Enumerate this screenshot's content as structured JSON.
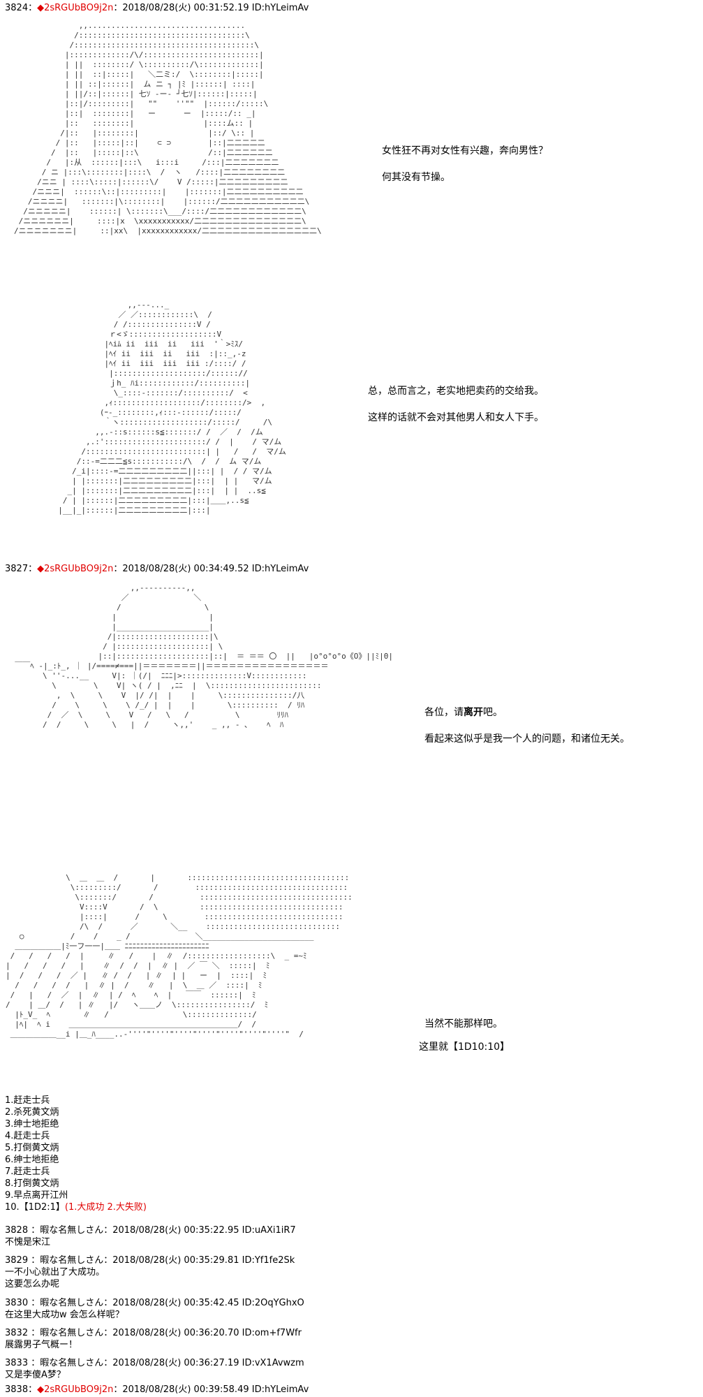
{
  "posts": [
    {
      "num": "3824",
      "sep": "：",
      "diamond": "◆",
      "trip": "2sRGUbBO9j2n",
      "date": "：2018/08/28(火) 00:31:52.19 ID:hYLeimAv"
    },
    {
      "num": "3827",
      "sep": "：",
      "diamond": "◆",
      "trip": "2sRGUbBO9j2n",
      "date": "：2018/08/28(火) 00:34:49.52 ID:hYLeimAv"
    },
    {
      "num": "3838",
      "sep": "：",
      "diamond": "◆",
      "trip": "2sRGUbBO9j2n",
      "date": "：2018/08/28(火) 00:39:58.49 ID:hYLeimAv"
    }
  ],
  "panel1": {
    "line1": "女性狂不再对女性有兴趣，奔向男性？",
    "line2": "何其没有节操。"
  },
  "panel2": {
    "line1": "总，总而言之，老实地把卖药的交给我。",
    "line2": "这样的话就不会对其他男人和女人下手。"
  },
  "panel3": {
    "line1a": "各位，请",
    "line1b": "离开",
    "line1c": "吧。",
    "line2": "看起来这似乎是我一个人的问题，和诸位无关。"
  },
  "panel4": {
    "line1": "当然不能那样吧。",
    "line2": "这里就【1D10:10】"
  },
  "options": [
    "1.赶走士兵",
    "2.杀死黄文炳",
    "3.绅士地拒绝",
    "4.赶走士兵",
    "5.打倒黄文炳",
    "6.绅士地拒绝",
    "7.赶走士兵",
    "8.打倒黄文炳",
    "9.早点离开江州"
  ],
  "option10": {
    "prefix": "10.【1D2:1】",
    "result": "(1.大成功  2.大失败)"
  },
  "replies": [
    {
      "header": "3828 ：暇な名無しさん：2018/08/28(火) 00:35:22.95 ID:uAXi1iR7",
      "body": "不愧是宋江"
    },
    {
      "header": "3829 ：暇な名無しさん：2018/08/28(火) 00:35:29.81 ID:Yf1fe2Sk",
      "body": "一不小心就出了大成功。",
      "body2": "这要怎么办呢"
    },
    {
      "header": "3830 ：暇な名無しさん：2018/08/28(火) 00:35:42.45 ID:2OqYGhxO",
      "body": "在这里大成功w 会怎么样呢？"
    },
    {
      "header": "3832 ：暇な名無しさん：2018/08/28(火) 00:36:20.70 ID:om+f7Wfr",
      "body": "展露男子气概ー！"
    },
    {
      "header": "3833 ：暇な名無しさん：2018/08/28(火) 00:36:27.19 ID:vX1Avwzm",
      "body": "又是李傻A梦？"
    }
  ]
}
